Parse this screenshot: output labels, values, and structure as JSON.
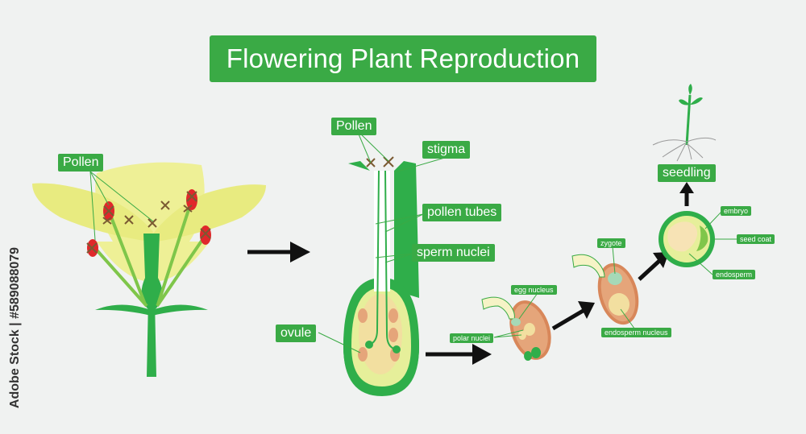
{
  "title": "Flowering Plant Reproduction",
  "labels": {
    "pollen_flower": "Pollen",
    "pollen_pistil": "Pollen",
    "stigma": "stigma",
    "pollen_tubes": "pollen tubes",
    "sperm_nuclei": "sperm nuclei",
    "ovule": "ovule",
    "egg_nucleus": "egg nucleus",
    "polar_nuclei": "polar nuclei",
    "zygote": "zygote",
    "endosperm_nucleus": "endosperm nucleus",
    "seedling": "seedling",
    "embryo": "embryo",
    "seed_coat": "seed coat",
    "endosperm": "endosperm"
  },
  "watermark": "Adobe Stock | #589088079",
  "colors": {
    "label_green": "#3aaa45",
    "stem_green": "#2fae4a",
    "petal_yellow": "#eef096",
    "anther_red": "#e0282b",
    "pollen_brown": "#7a5a32",
    "ovary_orange": "#e5a57a",
    "background": "#f0f2f1"
  }
}
